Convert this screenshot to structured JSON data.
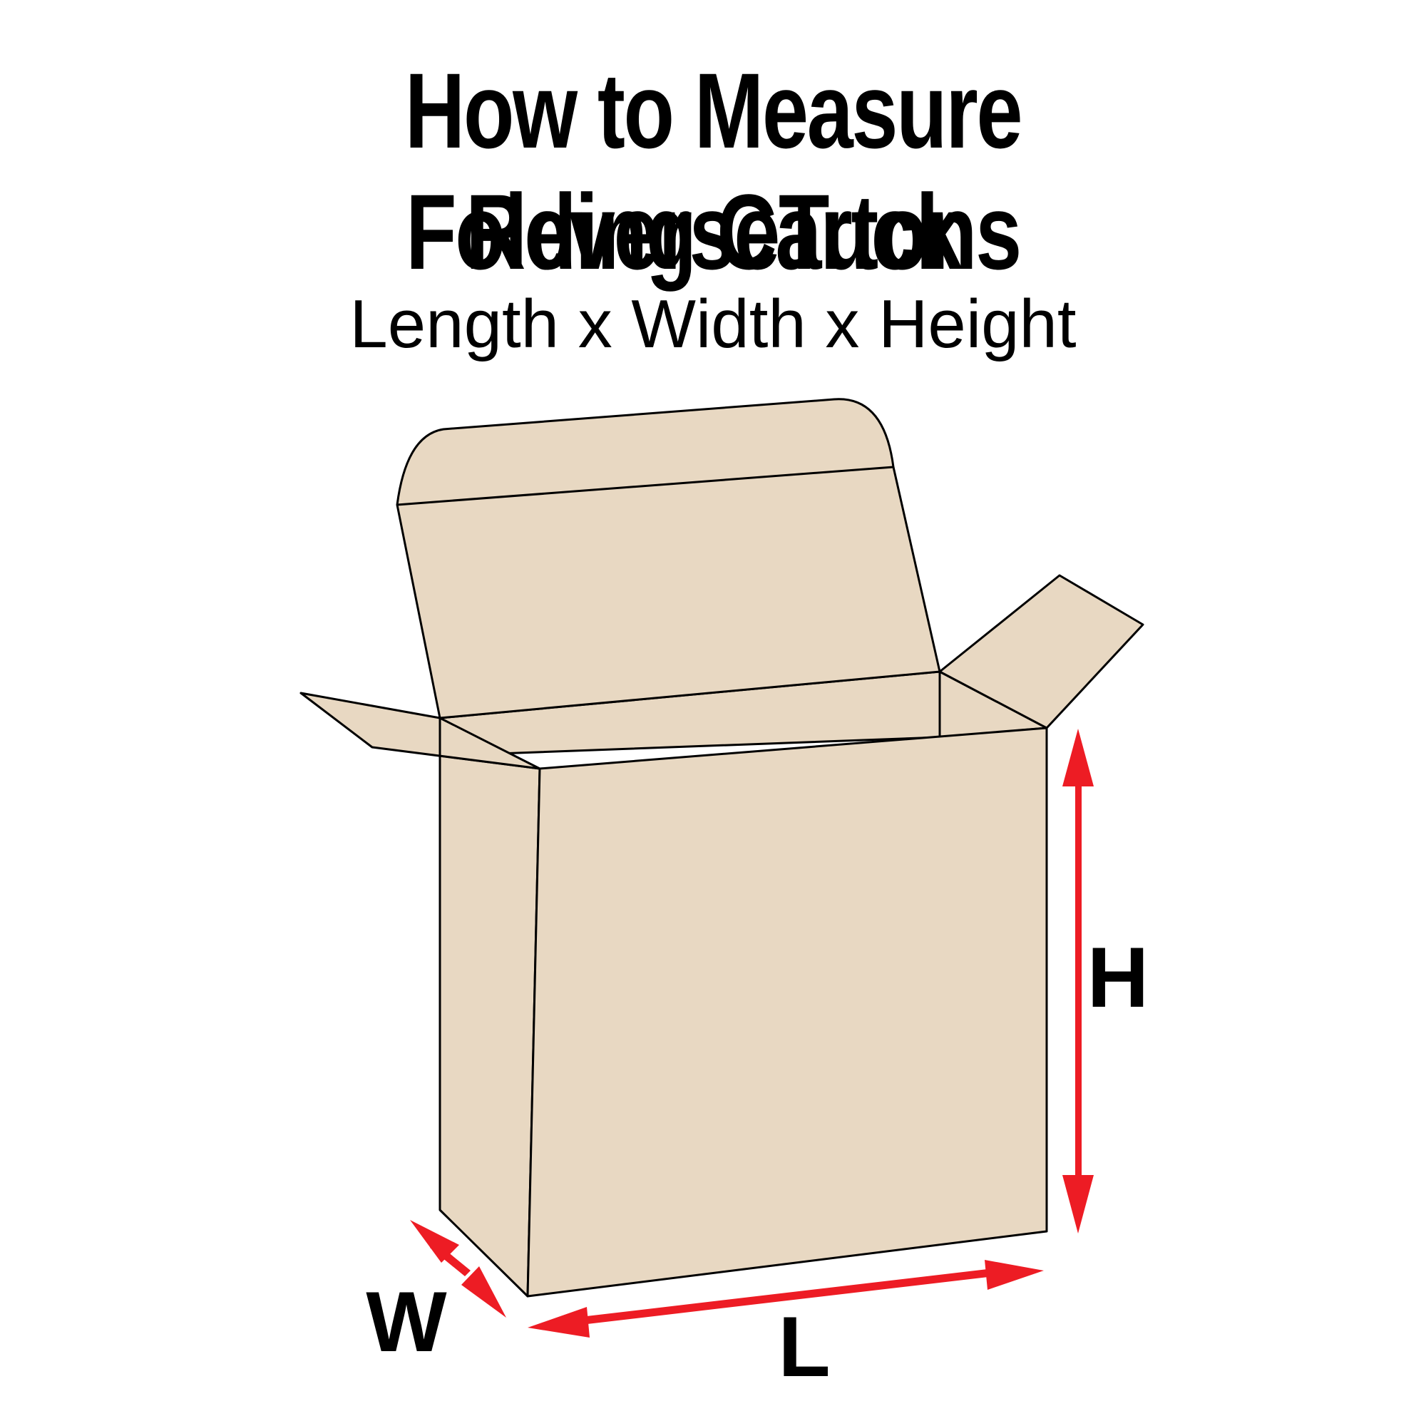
{
  "title_line1": "How to Measure ReverseTuck",
  "title_line2": "Folding Cartons",
  "subtitle": "Length x Width x Height",
  "labels": {
    "length": "L",
    "width": "W",
    "height": "H"
  },
  "colors": {
    "box_fill": "#e8d8c2",
    "outline": "#000000",
    "arrow": "#ed1c24",
    "background": "#ffffff"
  }
}
